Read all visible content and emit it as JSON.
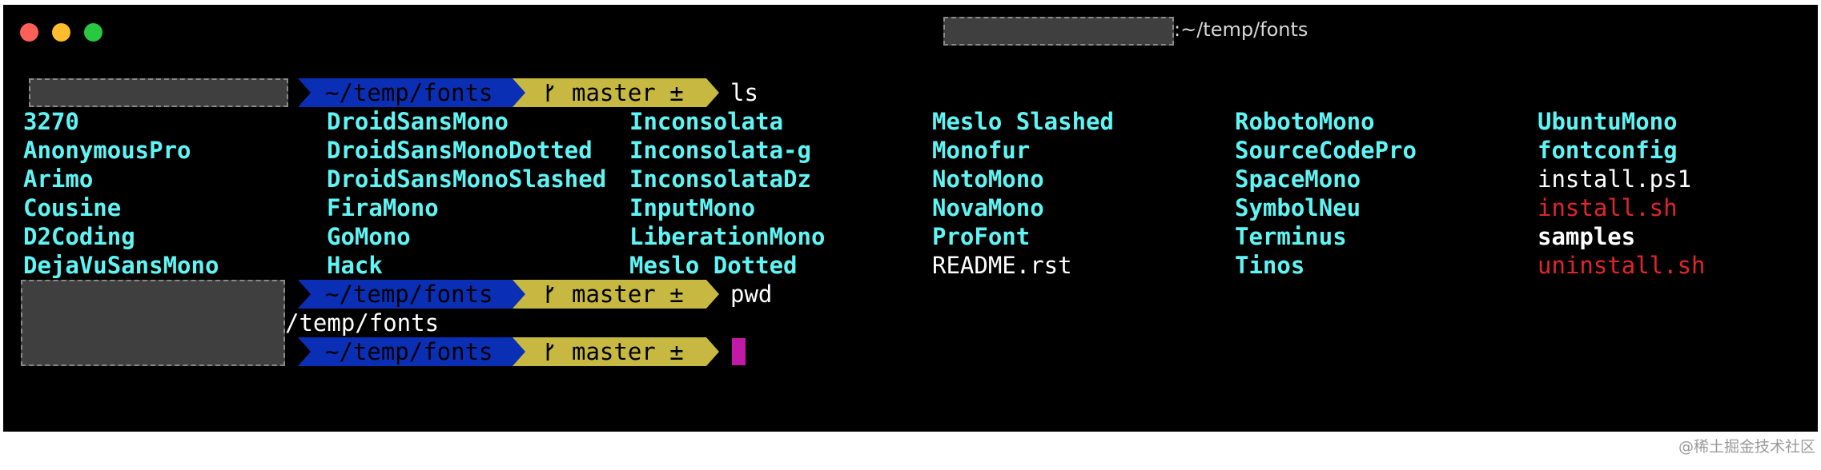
{
  "window": {
    "title": ":~/temp/fonts"
  },
  "prompt": {
    "path": "~/temp/fonts",
    "branch": "master ±"
  },
  "commands": {
    "ls": "ls",
    "pwd": "pwd"
  },
  "pwd_output": "/temp/fonts",
  "ls_output": {
    "col1": [
      "3270",
      "AnonymousPro",
      "Arimo",
      "Cousine",
      "D2Coding",
      "DejaVuSansMono"
    ],
    "col2": [
      "DroidSansMono",
      "DroidSansMonoDotted",
      "DroidSansMonoSlashed",
      "FiraMono",
      "GoMono",
      "Hack"
    ],
    "col3": [
      "Inconsolata",
      "Inconsolata-g",
      "InconsolataDz",
      "InputMono",
      "LiberationMono",
      "Meslo Dotted"
    ],
    "col4": [
      "Meslo Slashed",
      "Monofur",
      "NotoMono",
      "NovaMono",
      "ProFont",
      "README.rst"
    ],
    "col5": [
      "RobotoMono",
      "SourceCodePro",
      "SpaceMono",
      "SymbolNeu",
      "Terminus",
      "Tinos"
    ],
    "col6": [
      "UbuntuMono",
      "fontconfig",
      "install.ps1",
      "install.sh",
      "samples",
      "uninstall.sh"
    ]
  },
  "colors": {
    "directory": "#5ff5f5",
    "regular_file": "#ffffff",
    "executable": "#e0262a",
    "path_segment": "#0a2fb5",
    "branch_segment": "#c6b840",
    "cursor": "#c219a7"
  },
  "icons": {
    "branch": "git-branch-icon"
  },
  "watermark": "@稀土掘金技术社区"
}
